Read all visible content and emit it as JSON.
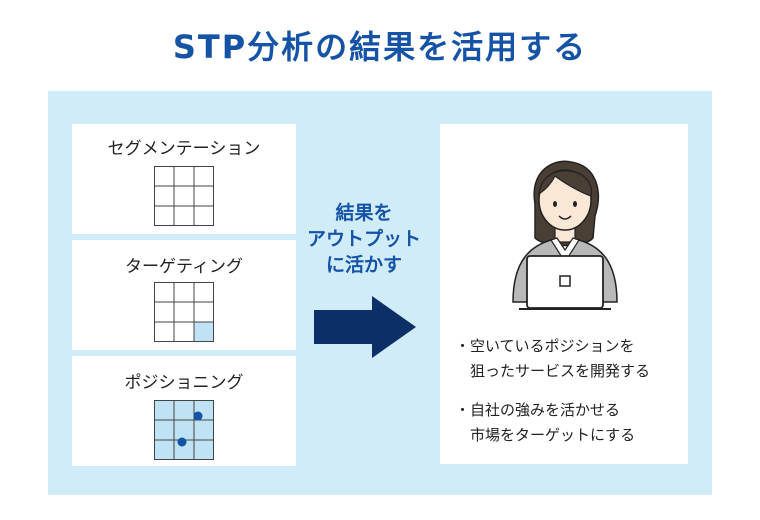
{
  "title": "STP分析の結果を活用する",
  "steps": [
    {
      "label": "セグメンテーション"
    },
    {
      "label": "ターゲティング"
    },
    {
      "label": "ポジショニング"
    }
  ],
  "arrow_text": [
    "結果を",
    "アウトプット",
    "に活かす"
  ],
  "bullets": [
    {
      "lines": [
        "・空いているポジションを",
        "　狙ったサービスを開発する"
      ]
    },
    {
      "lines": [
        "・自社の強みを活かせる",
        "　市場をターゲットにする"
      ]
    }
  ],
  "colors": {
    "accent": "#1553a6",
    "panel": "#d1ecf9",
    "highlight": "#bfe2f5"
  }
}
